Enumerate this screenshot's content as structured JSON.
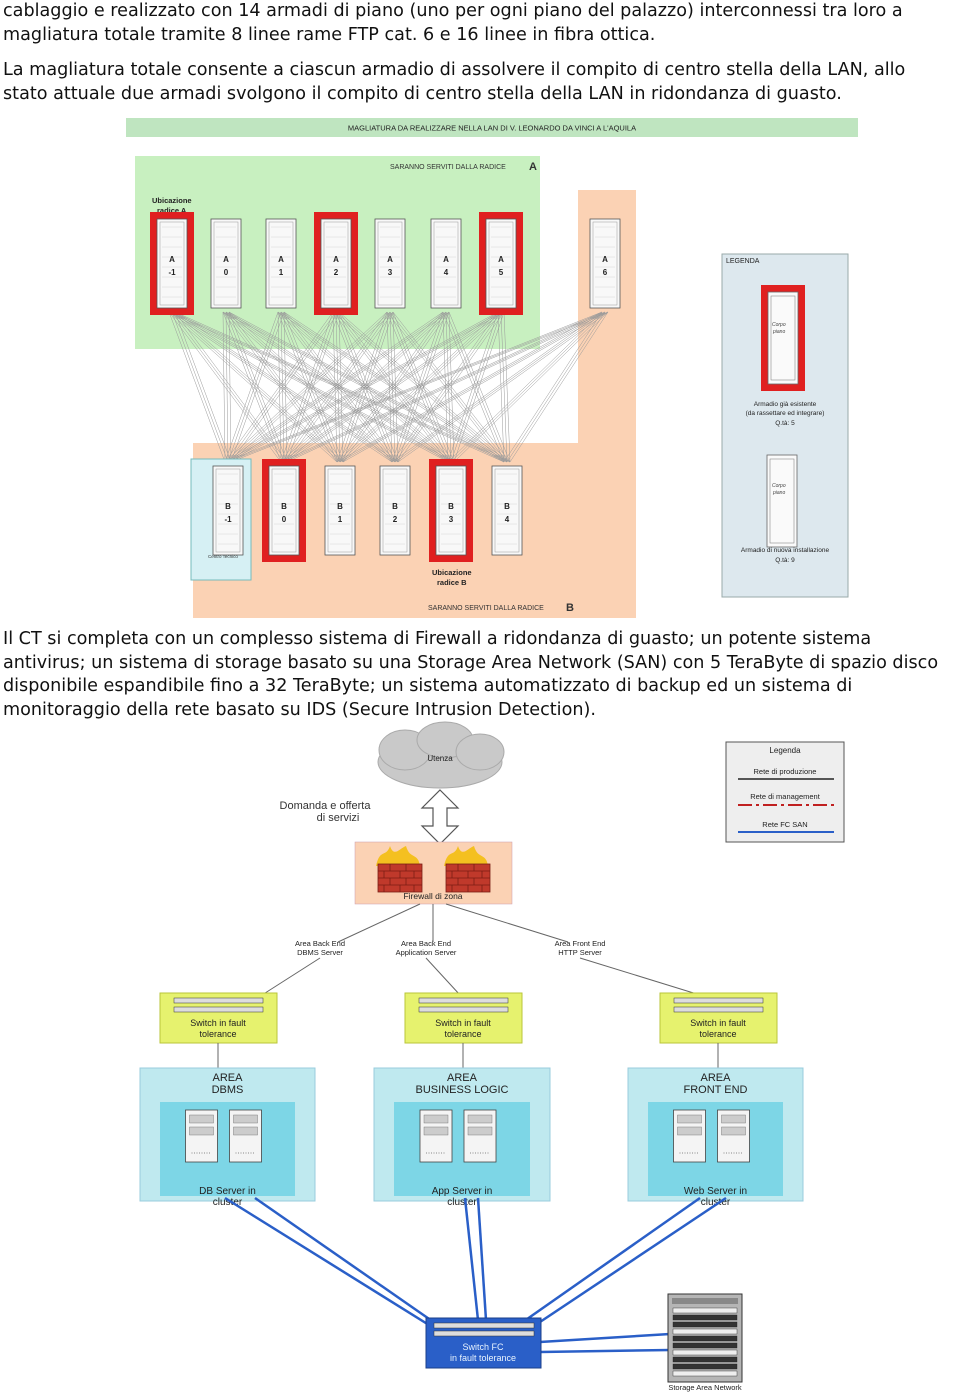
{
  "para1": "cablaggio e realizzato con 14 armadi di piano (uno per ogni piano del palazzo) interconnessi tra loro a\nmagliatura totale tramite 8 linee rame FTP cat. 6 e 16 linee in fibra ottica.",
  "para2": "La magliatura totale consente a ciascun armadio di assolvere il compito di centro stella della LAN, allo\nstato attuale due armadi svolgono il compito di centro stella della LAN in ridondanza di guasto.",
  "para3": "Il CT si completa con un complesso sistema di Firewall a ridondanza di guasto; un potente sistema\nantivirus; un sistema di storage basato su una Storage Area Network (SAN) con 5 TeraByte di spazio disco\ndisponibile espandibile fino a 32 TeraByte; un sistema automatizzato di backup ed un sistema di\nmonitoraggio della rete basato su IDS (Secure Intrusion Detection).",
  "fig1": {
    "title": "MAGLIATURA DA REALIZZARE NELLA LAN DI V. LEONARDO DA VINCI A L'AQUILA",
    "radice_a_label": "SARANNO SERVITI DALLA RADICE",
    "radice_a_letter": "A",
    "ubicazione_a_1": "Ubicazione",
    "ubicazione_a_2": "radice A",
    "racks_a": [
      {
        "l1": "A",
        "l2": "-1",
        "red": true
      },
      {
        "l1": "A",
        "l2": "0",
        "red": false
      },
      {
        "l1": "A",
        "l2": "1",
        "red": false
      },
      {
        "l1": "A",
        "l2": "2",
        "red": true
      },
      {
        "l1": "A",
        "l2": "3",
        "red": false
      },
      {
        "l1": "A",
        "l2": "4",
        "red": false
      },
      {
        "l1": "A",
        "l2": "5",
        "red": true
      },
      {
        "l1": "A",
        "l2": "6",
        "red": false
      }
    ],
    "racks_b": [
      {
        "l1": "B",
        "l2": "-1",
        "red": false,
        "ct": true
      },
      {
        "l1": "B",
        "l2": "0",
        "red": true
      },
      {
        "l1": "B",
        "l2": "1",
        "red": false
      },
      {
        "l1": "B",
        "l2": "2",
        "red": false
      },
      {
        "l1": "B",
        "l2": "3",
        "red": true
      },
      {
        "l1": "B",
        "l2": "4",
        "red": false
      }
    ],
    "centro_tecnico": "Centro Tecnico",
    "ubicazione_b_1": "Ubicazione",
    "ubicazione_b_2": "radice B",
    "radice_b_label": "SARANNO SERVITI DALLA RADICE",
    "radice_b_letter": "B",
    "legend_title": "LEGENDA",
    "legend_corpo_1": "Corpo",
    "legend_corpo_2": "piano",
    "legend_existing_1": "Armadio già esistente",
    "legend_existing_2": "(da rassettare ed integrare)",
    "legend_existing_qty": "Q.tà: 5",
    "legend_new_1": "Armadio di nuova installazione",
    "legend_new_qty": "Q.tà: 9"
  },
  "fig2": {
    "utenza": "Utenza",
    "domanda_1": "Domanda e offerta",
    "domanda_2": "di servizi",
    "firewall": "Firewall di zona",
    "legend_title": "Legenda",
    "legend_prod": "Rete di produzione",
    "legend_mgmt": "Rete di management",
    "legend_san": "Rete FC SAN",
    "backend_dbms_1": "Area Back End",
    "backend_dbms_2": "DBMS Server",
    "backend_app_1": "Area Back End",
    "backend_app_2": "Application Server",
    "frontend_1": "Area Front End",
    "frontend_2": "HTTP Server",
    "switch_1": "Switch in fault",
    "switch_2": "tolerance",
    "area_dbms_1": "AREA",
    "area_dbms_2": "DBMS",
    "area_bl_1": "AREA",
    "area_bl_2": "BUSINESS LOGIC",
    "area_fe_1": "AREA",
    "area_fe_2": "FRONT END",
    "db_server_1": "DB Server in",
    "db_server_2": "cluster",
    "app_server_1": "App Server in",
    "app_server_2": "cluster",
    "web_server_1": "Web Server in",
    "web_server_2": "cluster",
    "switch_fc_1": "Switch FC",
    "switch_fc_2": "in fault tolerance",
    "san_label": "Storage Area Network"
  },
  "colors": {
    "green_zone": "#c8f0c0",
    "orange_zone": "#fbd2b4",
    "legend_bg": "#dde8ee",
    "title_bar": "#bfe5c0",
    "rack_red": "#e02020",
    "switch_bg": "#e6f26e",
    "area_bg": "#bfe9ef",
    "area_inner": "#7dd6e6",
    "fc_switch": "#2a5fc8"
  }
}
